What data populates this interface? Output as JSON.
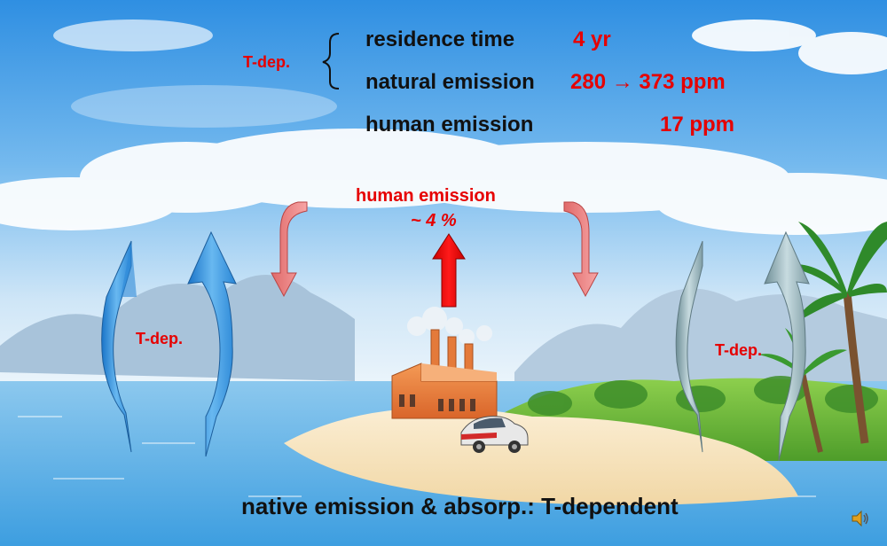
{
  "slide": {
    "brace_label": "T-dep.",
    "rows": [
      {
        "label": "residence time",
        "value": "4 yr"
      },
      {
        "label": "natural emission",
        "value": "280 → 373 ppm"
      },
      {
        "label": "human emission",
        "value": "17 ppm"
      }
    ],
    "center_label": "human emission",
    "center_percent": "~ 4 %",
    "left_cycle_label": "T-dep.",
    "right_cycle_label": "T-dep.",
    "caption": "native emission & absorp.: T-dependent"
  },
  "colors": {
    "accent_red": "#e60000",
    "text_black": "#111111"
  },
  "icons": [
    "factory-icon",
    "car-icon",
    "speaker-icon",
    "palm-tree-icon"
  ]
}
